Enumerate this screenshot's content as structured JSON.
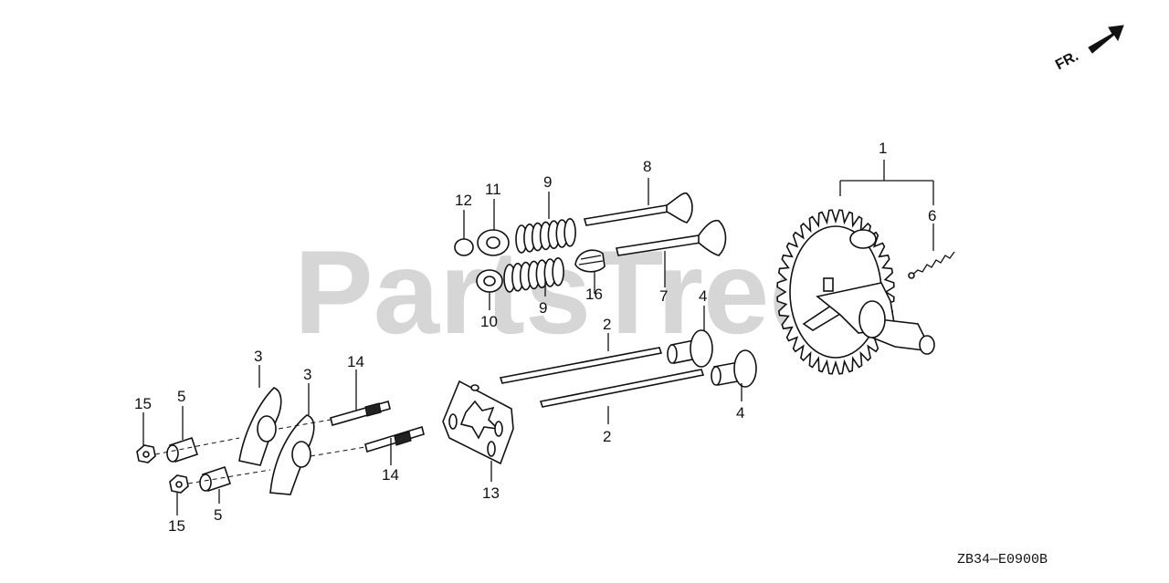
{
  "diagram": {
    "orientation_label": "FR.",
    "watermark": "PartsTree",
    "diagram_code": "ZB34—E0900B",
    "callouts": {
      "c1": "1",
      "c2a": "2",
      "c2b": "2",
      "c3a": "3",
      "c3b": "3",
      "c4a": "4",
      "c4b": "4",
      "c5a": "5",
      "c5b": "5",
      "c6": "6",
      "c7": "7",
      "c8": "8",
      "c9a": "9",
      "c9b": "9",
      "c10": "10",
      "c11": "11",
      "c12": "12",
      "c13": "13",
      "c14a": "14",
      "c14b": "14",
      "c15a": "15",
      "c15b": "15",
      "c16": "16"
    }
  }
}
